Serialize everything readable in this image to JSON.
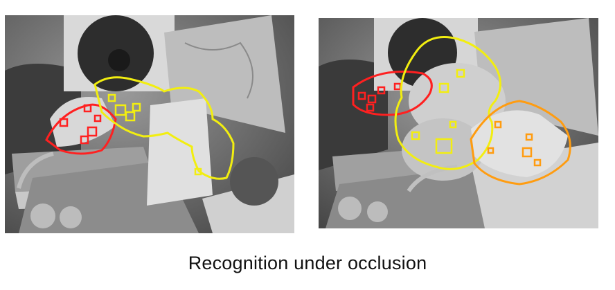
{
  "caption": "Recognition under occlusion",
  "colors": {
    "model_phone": "#ff2020",
    "model_toy": "#f2ee10",
    "model_phone_second": "#ff9c10"
  },
  "icons": {
    "outline_shape": "freeform-outline",
    "feature_marker": "square-marker"
  }
}
